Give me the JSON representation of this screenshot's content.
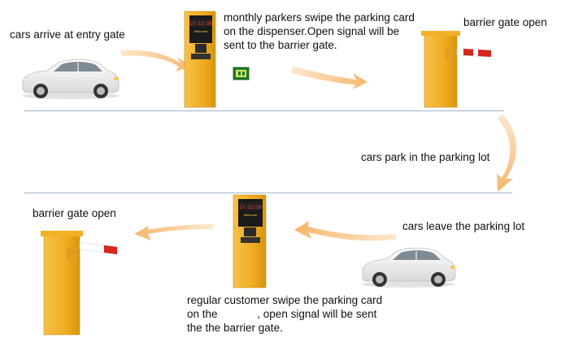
{
  "labels": {
    "entry": "cars arrive at entry gate",
    "monthly": [
      "monthly parkers swipe the parking card",
      "on the dispenser.Open signal will be",
      "sent to the barrier gate."
    ],
    "gate_open_top": "barrier gate open",
    "park": "cars park in the parking lot",
    "gate_open_bottom": "barrier gate open",
    "leave": "cars leave the parking lot",
    "regular": [
      "regular customer swipe the parking card",
      "on the             , open signal will be sent",
      "the the barrier gate."
    ]
  },
  "kiosk_screen": {
    "time": "17:12:58",
    "sub": "Welcome"
  },
  "colors": {
    "gate": "#f2b125",
    "kiosk_body": "#f0ad20",
    "arrow": "#f7c78a",
    "car": "#f2f2f2",
    "barrier_red": "#d6261e",
    "divider": "#9fb4c8"
  }
}
